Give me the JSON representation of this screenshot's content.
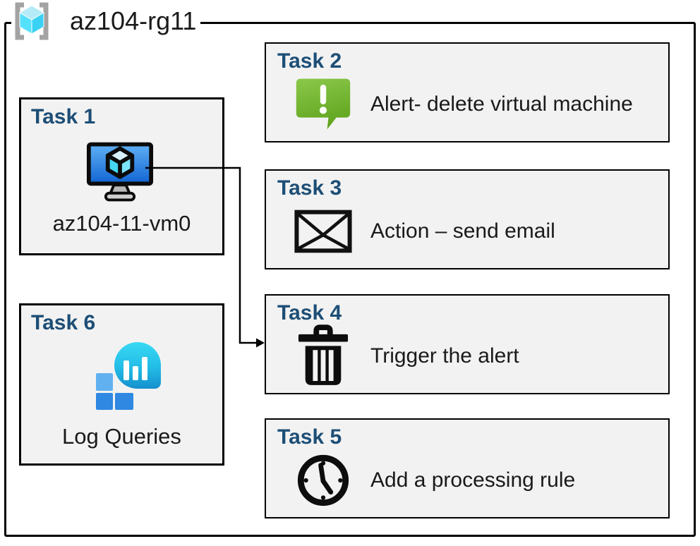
{
  "header": {
    "resource_group_label": "az104-rg11",
    "icon": "resource-group-icon"
  },
  "tasks": {
    "task1": {
      "title": "Task 1",
      "label": "az104-11-vm0",
      "icon": "virtual-machine-icon"
    },
    "task2": {
      "title": "Task 2",
      "label": "Alert- delete virtual machine",
      "icon": "alert-message-icon"
    },
    "task3": {
      "title": "Task 3",
      "label": "Action – send email",
      "icon": "email-envelope-icon"
    },
    "task4": {
      "title": "Task 4",
      "label": "Trigger the alert",
      "icon": "trash-icon"
    },
    "task5": {
      "title": "Task 5",
      "label": "Add a processing rule",
      "icon": "clock-icon"
    },
    "task6": {
      "title": "Task 6",
      "label": "Log Queries",
      "icon": "log-analytics-icon"
    }
  },
  "connector": {
    "from": "task1",
    "to": "task4"
  },
  "colors": {
    "heading_blue": "#1d4e76",
    "box_background": "#f2f2f2",
    "border_black": "#000000",
    "alert_green_light": "#8bc84a",
    "alert_green_dark": "#61a51f",
    "vm_screen_blue_light": "#5fb0f5",
    "vm_screen_blue_dark": "#1164d2",
    "log_teal_light": "#38d9f3",
    "log_teal_dark": "#1590cd",
    "log_square_blue": "#2f88e2",
    "rg_cube_cyan": "#55e1fc",
    "rg_bracket_gray": "#a3a3a3"
  }
}
